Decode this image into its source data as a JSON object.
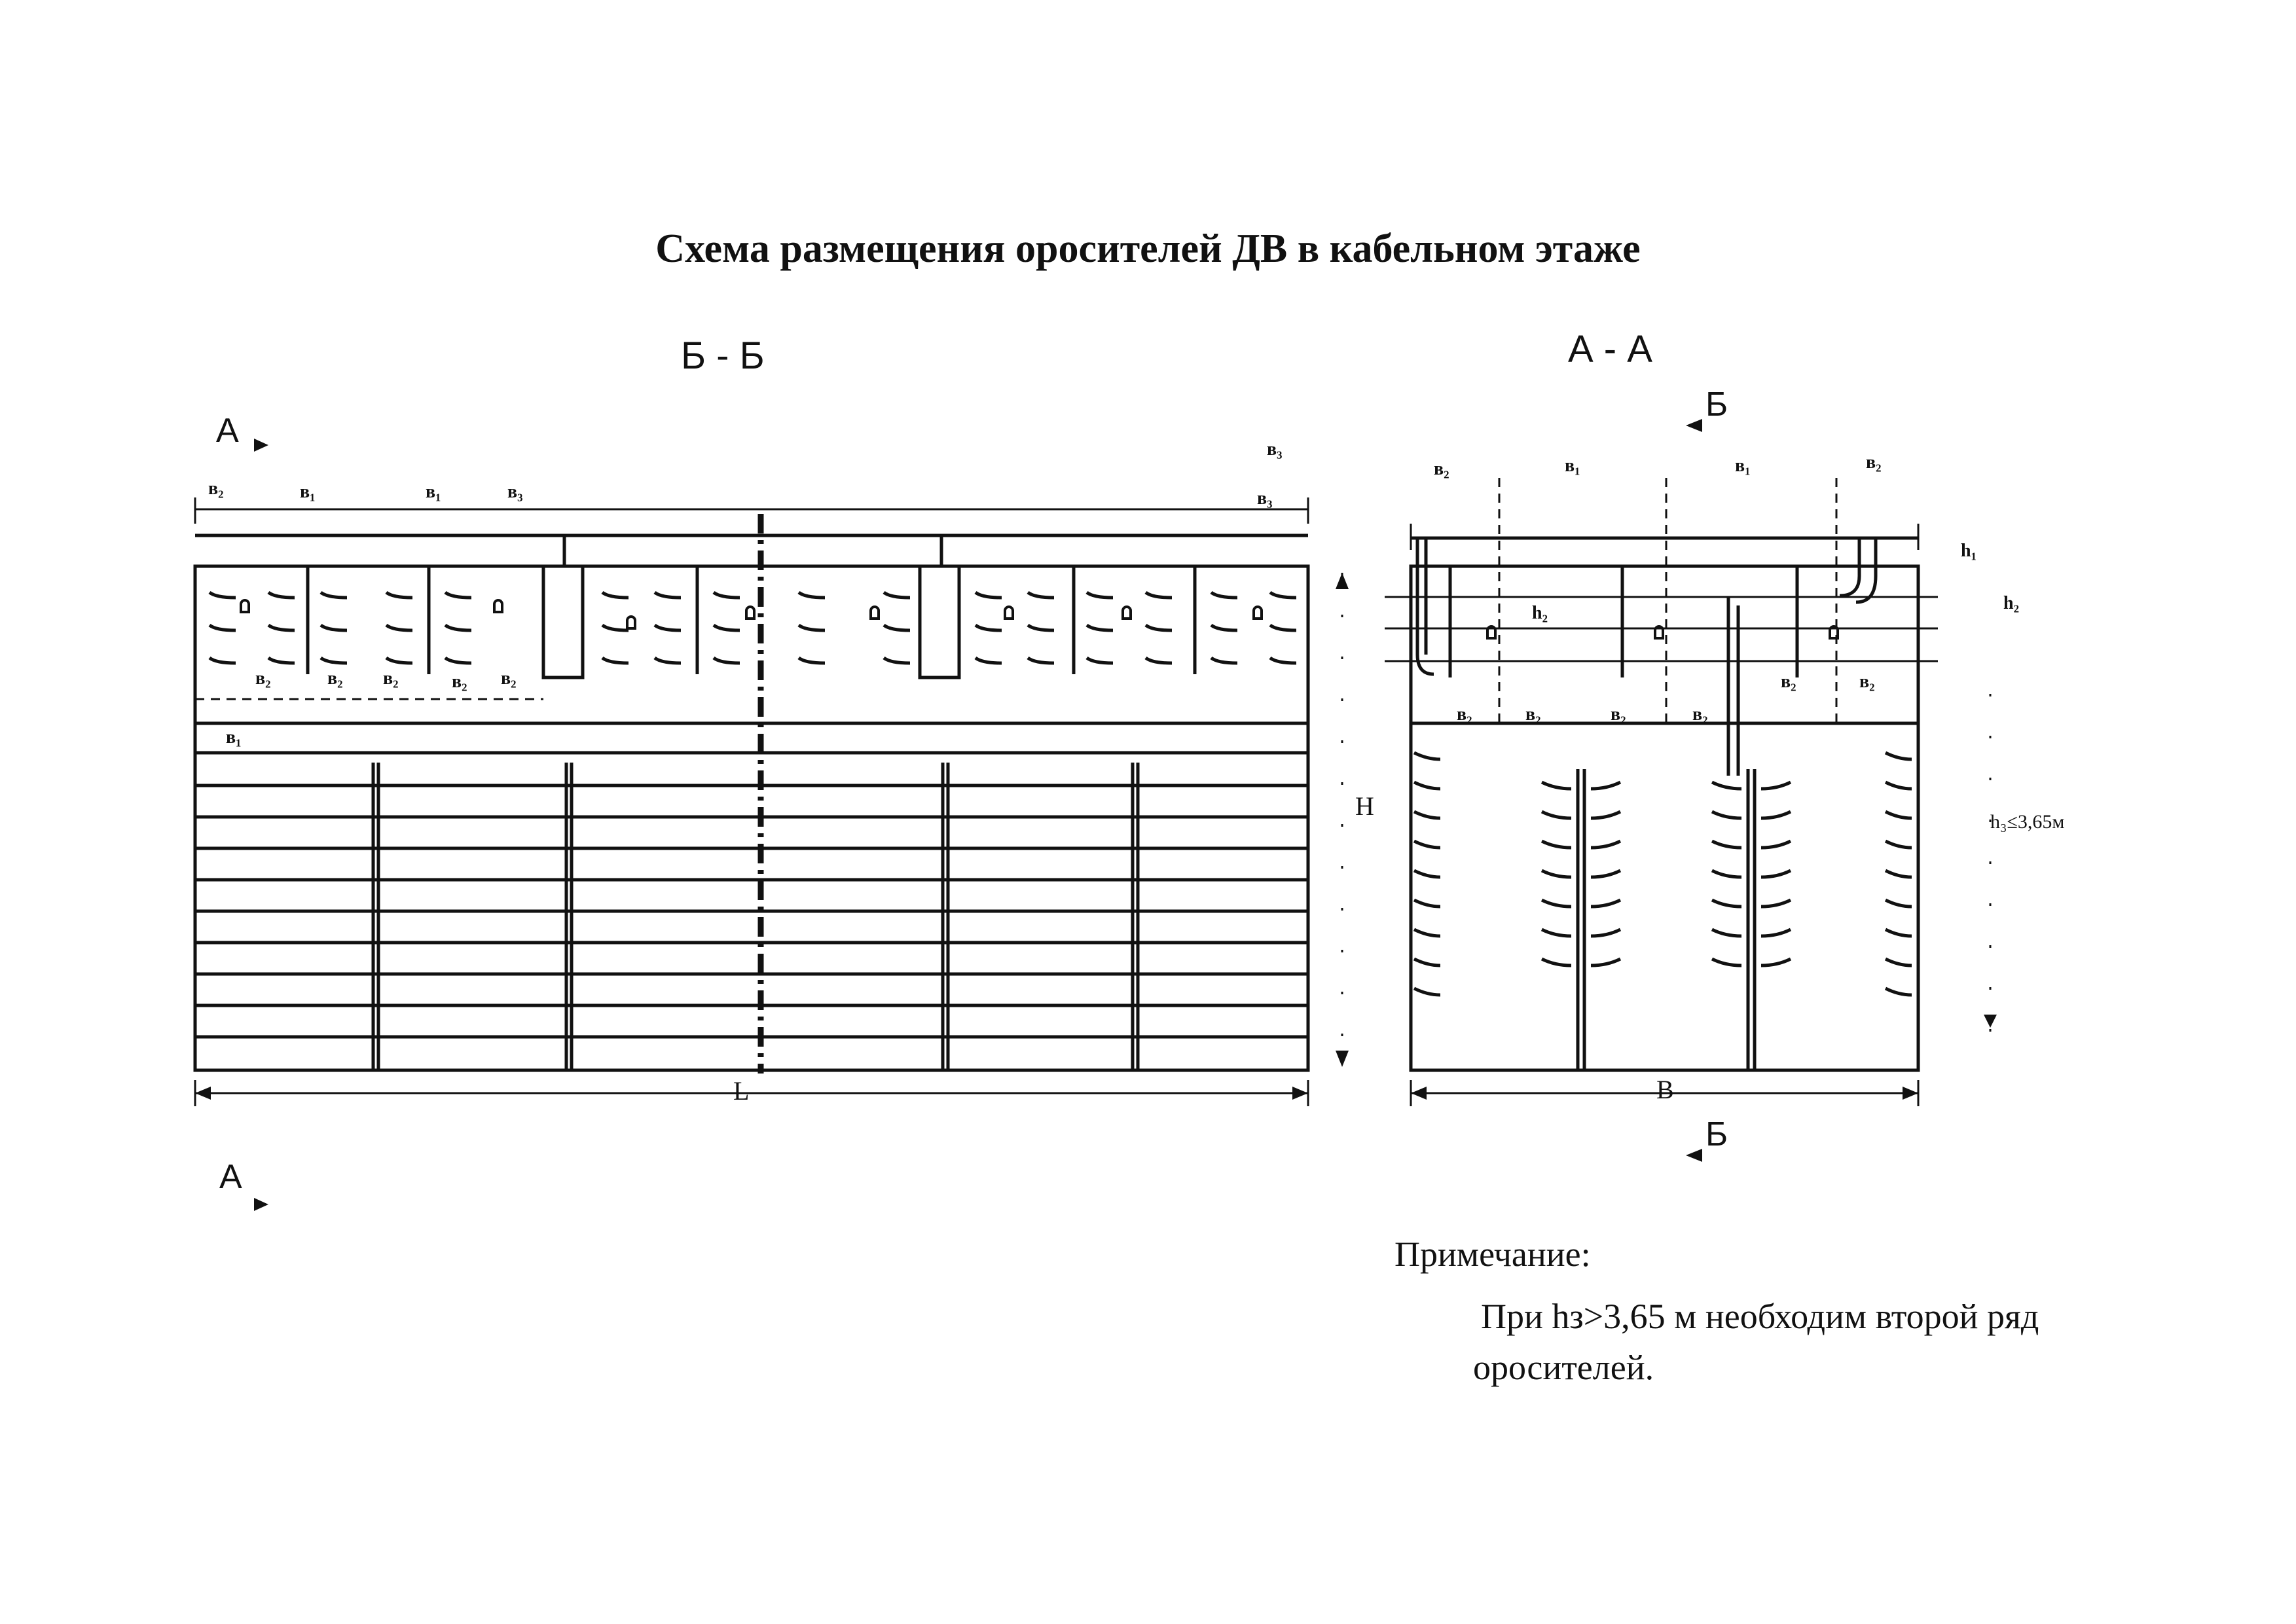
{
  "title": "Схема размещения оросителей ДВ в кабельном этаже",
  "section_bb": {
    "title": "Б - Б",
    "cut_left": "А",
    "cut_bottom": "А",
    "length_label": "L",
    "height_label": "H"
  },
  "section_aa": {
    "title": "А - А",
    "cut_top": "Б",
    "cut_bottom": "Б",
    "width_label": "B",
    "h3_label": "h₃≤3,65м"
  },
  "dims": {
    "b1": "в₁",
    "b2": "в₂",
    "b3": "в₃",
    "h1": "h₁",
    "h2": "h₂"
  },
  "note": {
    "heading": "Примечание:",
    "line1": "При hз>3,65 м необходим второй ряд",
    "line2": "оросителей."
  }
}
